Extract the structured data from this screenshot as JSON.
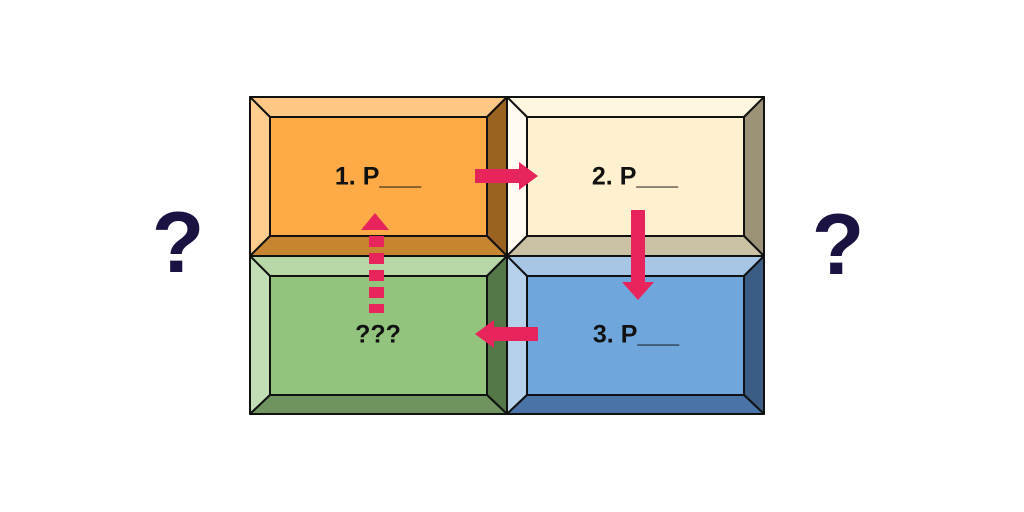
{
  "diagram": {
    "panels": [
      {
        "id": "p1",
        "label": "1. P___",
        "colors": {
          "top": "#FFC785",
          "left": "#FFCE8E",
          "right": "#9A6322",
          "bottom": "#C78532",
          "face": "#FEAA46"
        }
      },
      {
        "id": "p2",
        "label": "2. P___",
        "colors": {
          "top": "#FFF6DF",
          "left": "#FFFBF0",
          "right": "#9C9276",
          "bottom": "#CBC2A6",
          "face": "#FFF1CF"
        }
      },
      {
        "id": "p3",
        "label": "3. P___",
        "colors": {
          "top": "#A7C6E6",
          "left": "#B6D1EC",
          "right": "#3A5C85",
          "bottom": "#4A74A8",
          "face": "#6FA6DB"
        }
      },
      {
        "id": "p4",
        "label": "???",
        "colors": {
          "top": "#B7D7A7",
          "left": "#C2DEB4",
          "right": "#557849",
          "bottom": "#6F9460",
          "face": "#93C47D"
        }
      }
    ],
    "side_marks": {
      "left": "?",
      "right": "?"
    },
    "arrow_color": "#E8245C",
    "question_color": "#1A1240"
  }
}
